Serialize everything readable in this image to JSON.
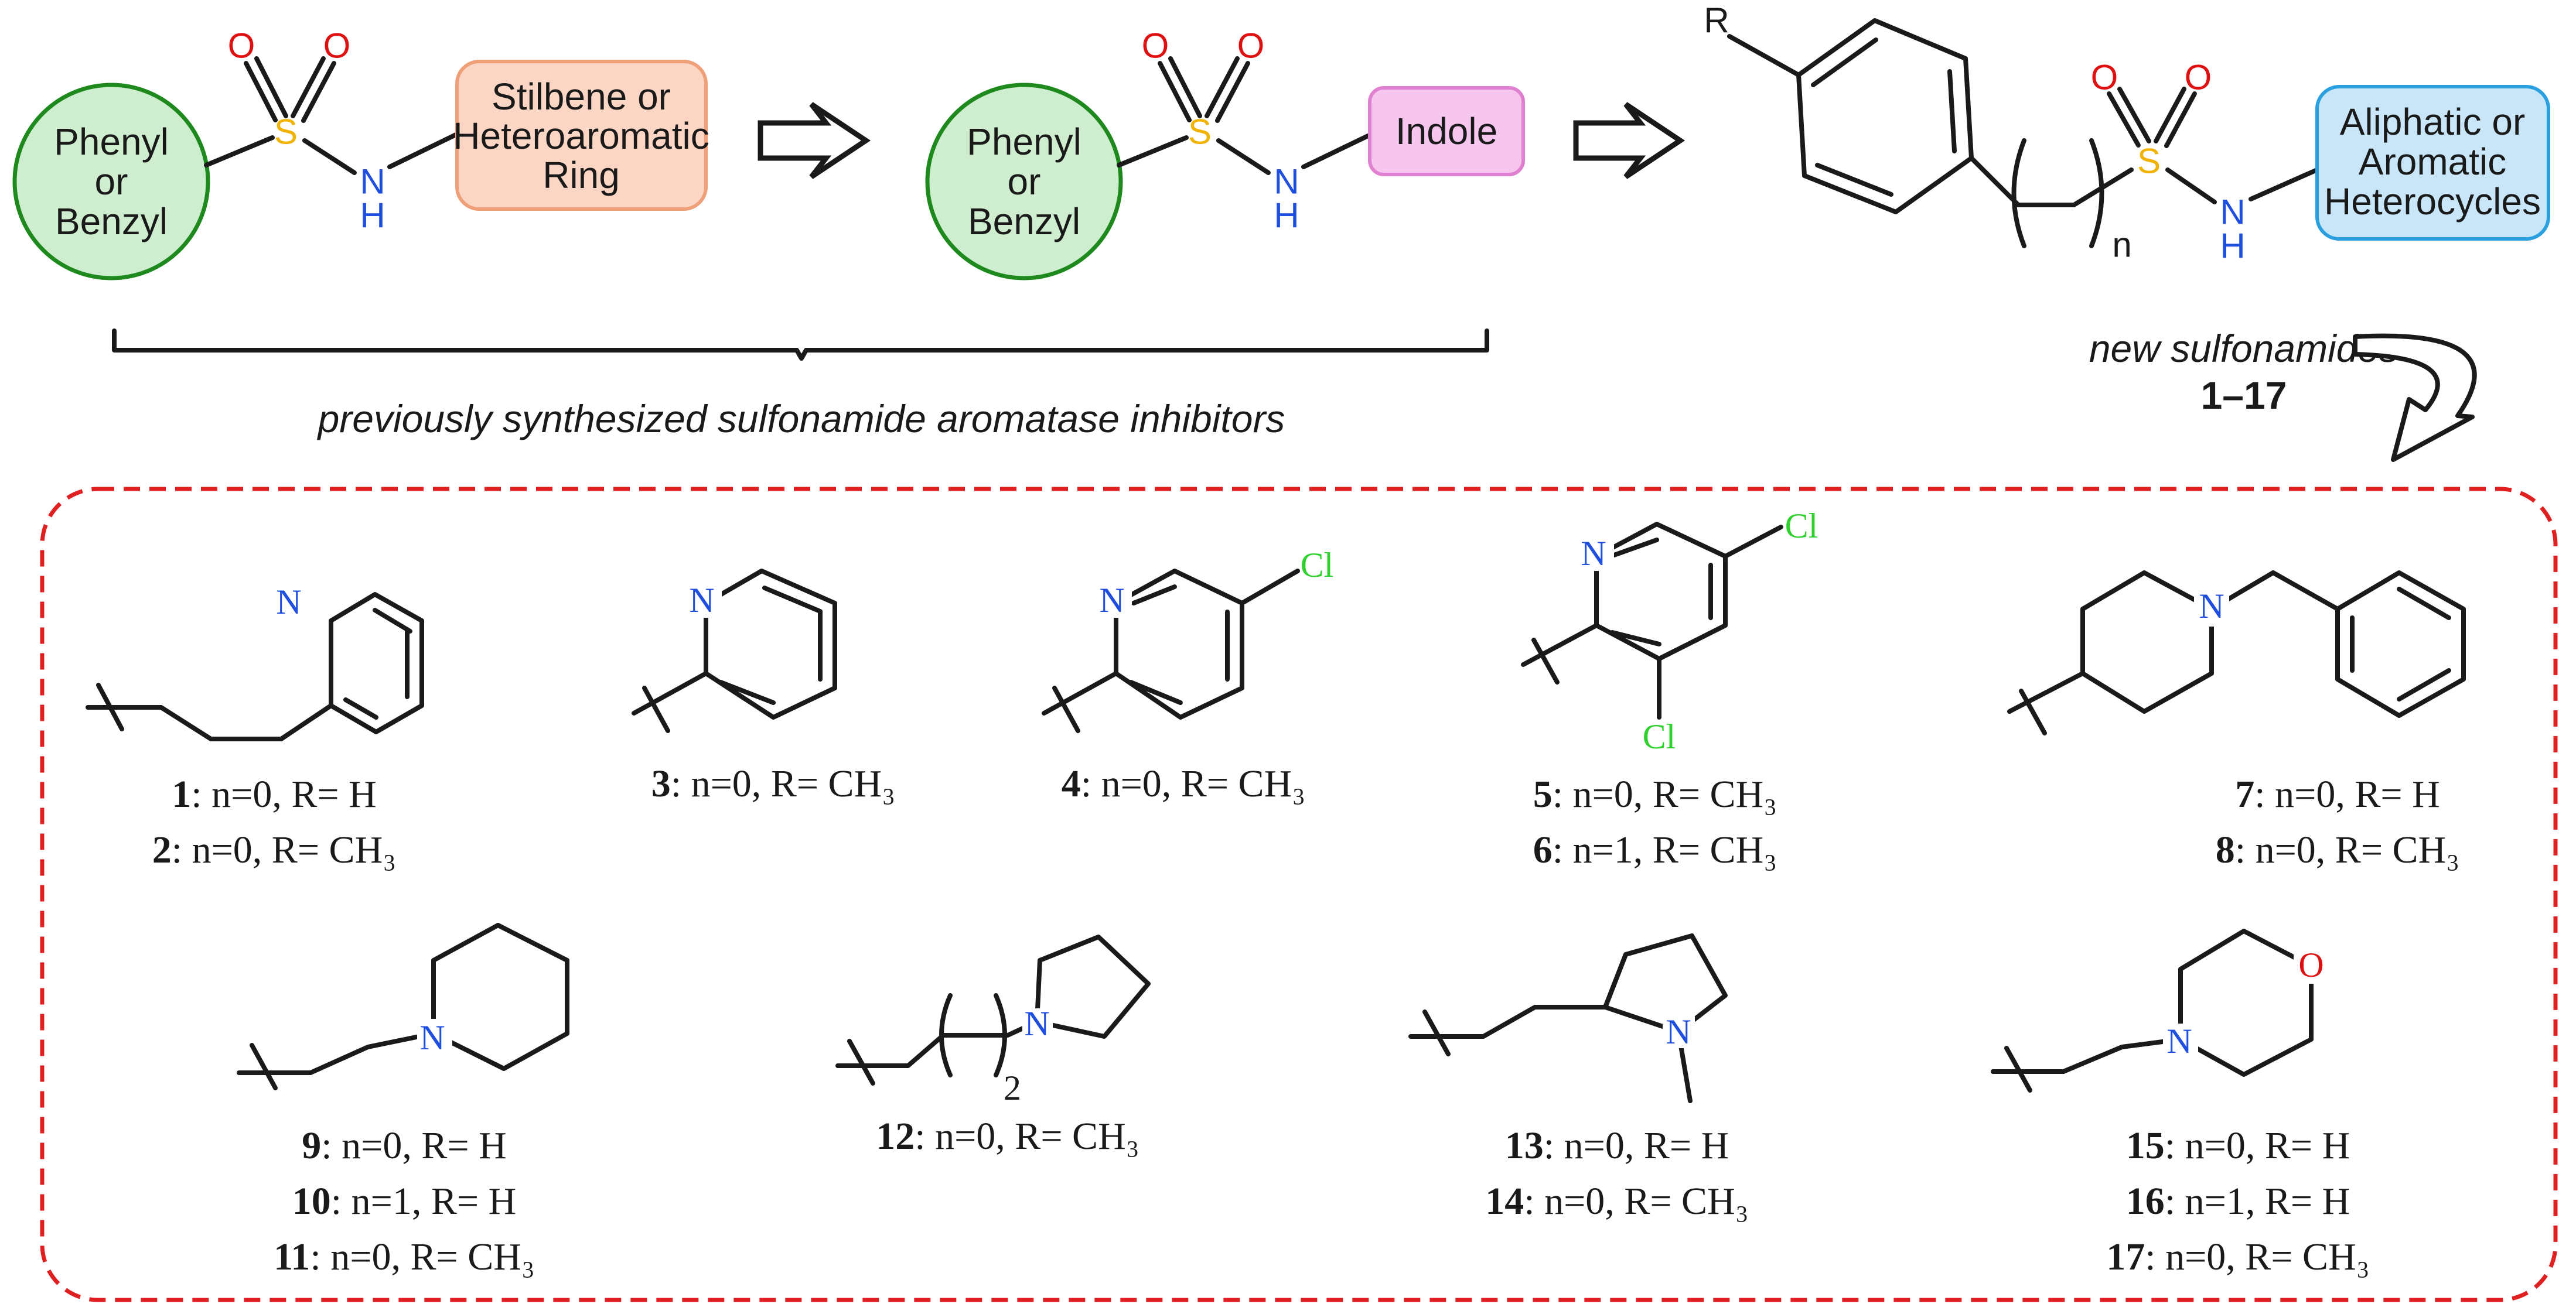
{
  "colors": {
    "nitrogen": "#1f4fe0",
    "sulfur": "#f2b200",
    "oxygen": "#e01010",
    "chlorine": "#2ed12e",
    "green_fill": "#cfeecf",
    "green_stroke": "#1e8a1e",
    "orange_fill": "#fcd6c4",
    "orange_stroke": "#f0a078",
    "pink_fill": "#f7c6ee",
    "pink_stroke": "#e080d0",
    "blue_fill": "#c8e6f8",
    "blue_stroke": "#2aa0e0",
    "dashed_border": "#e02020"
  },
  "atoms": {
    "N": "N",
    "H": "H",
    "S": "S",
    "O": "O",
    "Cl": "Cl",
    "R": "R",
    "n": "n",
    "sub2": "2"
  },
  "top": {
    "scaffold1": {
      "left_circle": [
        "Phenyl",
        "or",
        "Benzyl"
      ],
      "right_box": [
        "Stilbene or",
        "Heteroaromatic",
        "Ring"
      ]
    },
    "scaffold2": {
      "left_circle": [
        "Phenyl",
        "or",
        "Benzyl"
      ],
      "right_box": [
        "Indole"
      ]
    },
    "scaffold3": {
      "right_box": [
        "Aliphatic or",
        "Aromatic",
        "Heterocycles"
      ]
    },
    "brace_caption": "previously synthesized sulfonamide aromatase inhibitors",
    "new_label": "new sulfonamides",
    "new_range": "1–17"
  },
  "compounds": [
    {
      "captions": [
        {
          "num": "1",
          "text": ": n=0, R= H"
        },
        {
          "num": "2",
          "text": ": n=0, R= CH₃"
        }
      ]
    },
    {
      "captions": [
        {
          "num": "3",
          "text": ": n=0, R= CH₃"
        }
      ]
    },
    {
      "captions": [
        {
          "num": "4",
          "text": ": n=0, R= CH₃"
        }
      ]
    },
    {
      "captions": [
        {
          "num": "5",
          "text": ": n=0, R= CH₃"
        },
        {
          "num": "6",
          "text": ": n=1, R= CH₃"
        }
      ]
    },
    {
      "captions": [
        {
          "num": "7",
          "text": ": n=0, R= H"
        },
        {
          "num": "8",
          "text": ": n=0, R= CH₃"
        }
      ]
    },
    {
      "captions": [
        {
          "num": "9",
          "text": ": n=0, R= H"
        },
        {
          "num": "10",
          "text": ": n=1, R= H"
        },
        {
          "num": "11",
          "text": ": n=0, R= CH₃"
        }
      ]
    },
    {
      "captions": [
        {
          "num": "12",
          "text": ": n=0, R= CH₃"
        }
      ]
    },
    {
      "captions": [
        {
          "num": "13",
          "text": ": n=0, R= H"
        },
        {
          "num": "14",
          "text": ": n=0, R= CH₃"
        }
      ]
    },
    {
      "captions": [
        {
          "num": "15",
          "text": ": n=0, R= H"
        },
        {
          "num": "16",
          "text": ": n=1, R= H"
        },
        {
          "num": "17",
          "text": ": n=0, R= CH₃"
        }
      ]
    }
  ]
}
